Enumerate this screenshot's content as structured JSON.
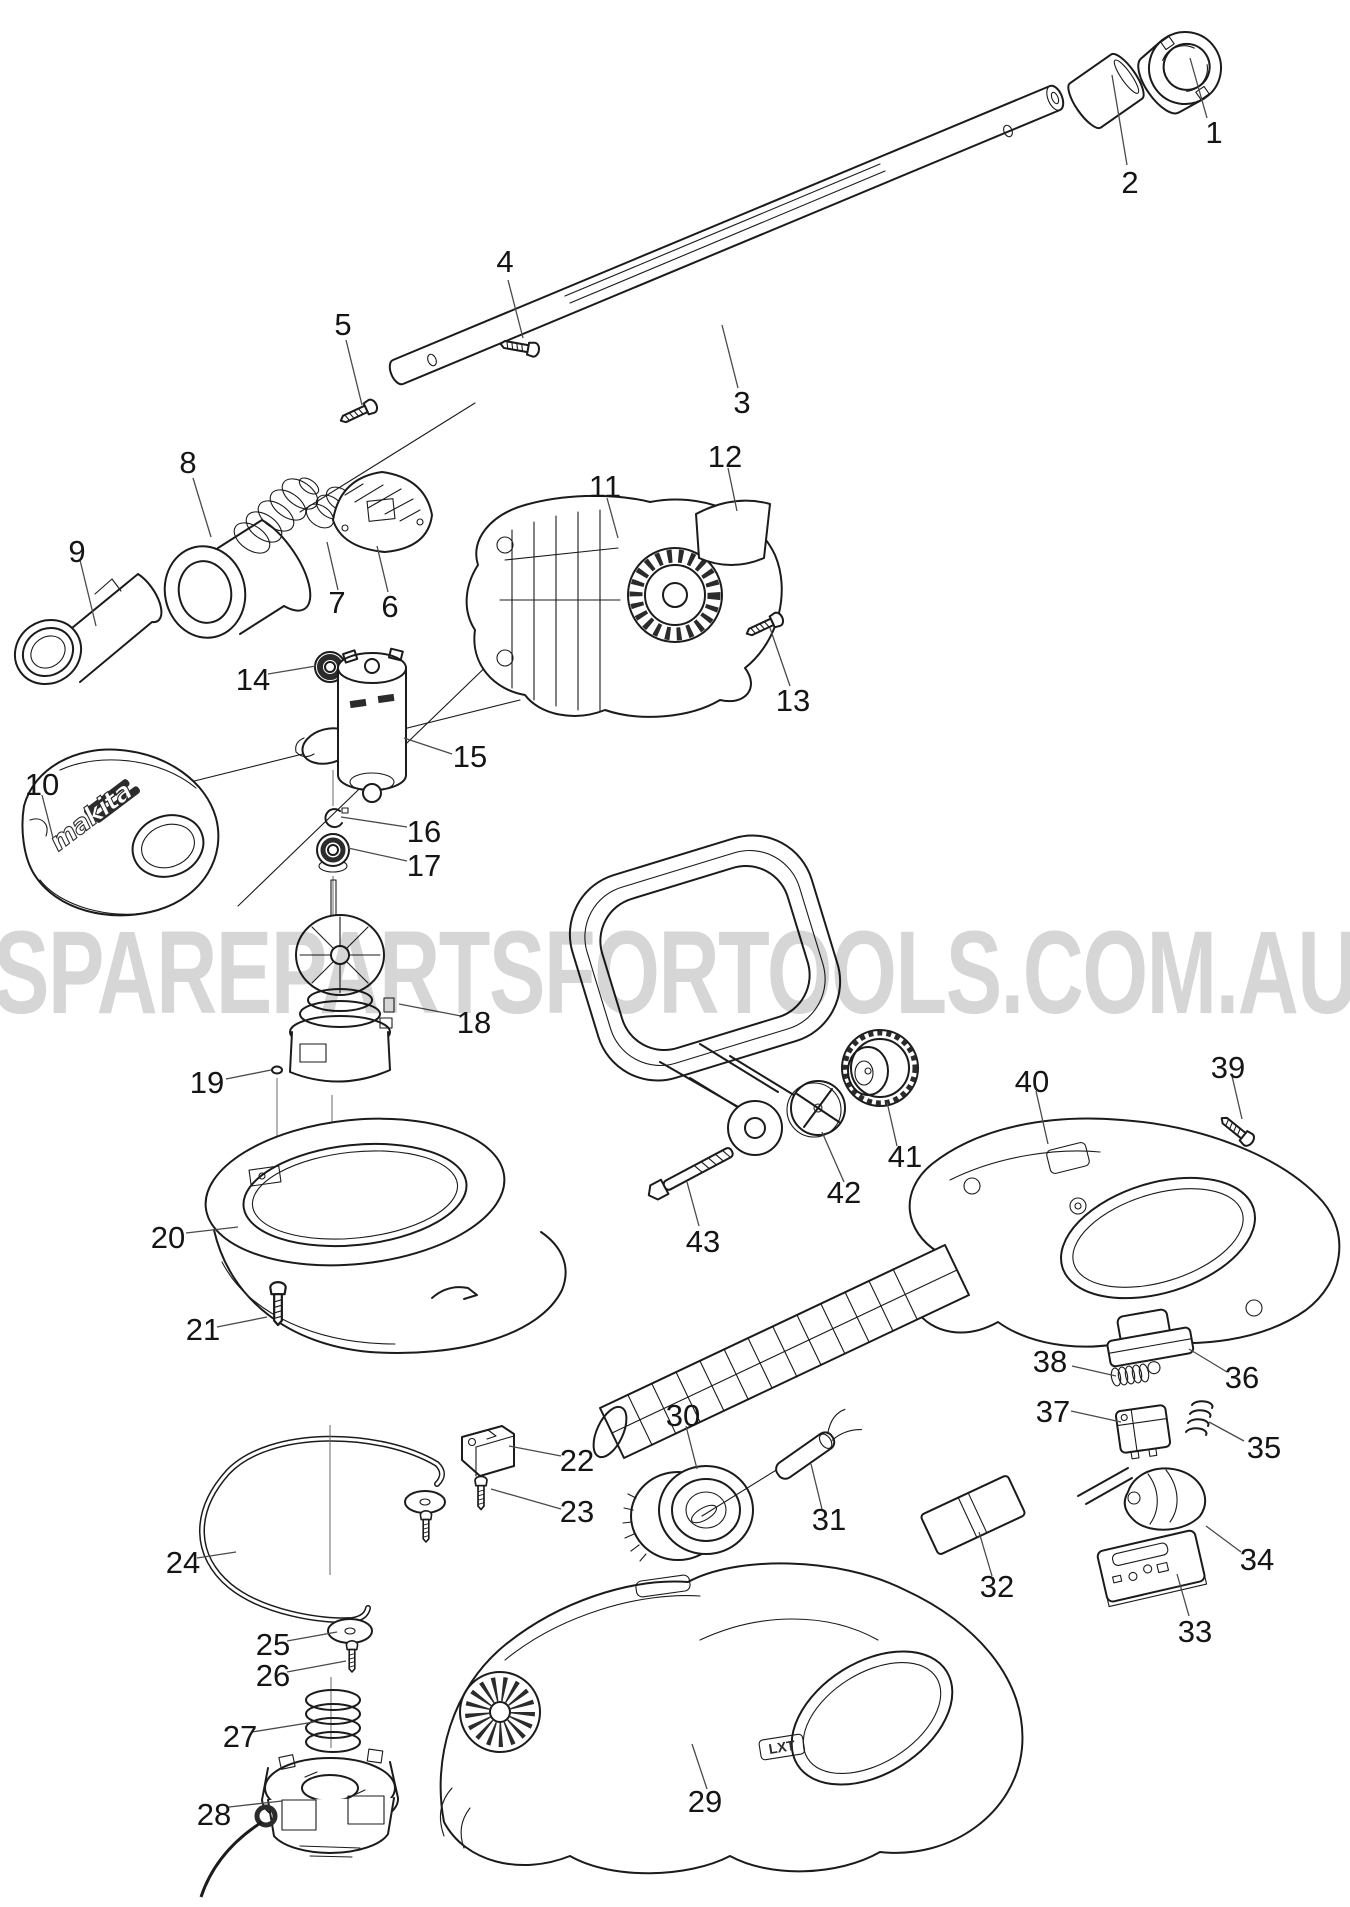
{
  "watermark": {
    "text": "SPAREPARTSFORTOOLS.COM.AU",
    "color": "#d6d6d6"
  },
  "brand": {
    "cover_logo": "makita",
    "handle_badge": "LXT"
  },
  "parts": [
    {
      "number": "1"
    },
    {
      "number": "2"
    },
    {
      "number": "3"
    },
    {
      "number": "4"
    },
    {
      "number": "5"
    },
    {
      "number": "6"
    },
    {
      "number": "7"
    },
    {
      "number": "8"
    },
    {
      "number": "9"
    },
    {
      "number": "10"
    },
    {
      "number": "11"
    },
    {
      "number": "12"
    },
    {
      "number": "13"
    },
    {
      "number": "14"
    },
    {
      "number": "15"
    },
    {
      "number": "16"
    },
    {
      "number": "17"
    },
    {
      "number": "18"
    },
    {
      "number": "19"
    },
    {
      "number": "20"
    },
    {
      "number": "21"
    },
    {
      "number": "22"
    },
    {
      "number": "23"
    },
    {
      "number": "24"
    },
    {
      "number": "25"
    },
    {
      "number": "26"
    },
    {
      "number": "27"
    },
    {
      "number": "28"
    },
    {
      "number": "29"
    },
    {
      "number": "30"
    },
    {
      "number": "31"
    },
    {
      "number": "32"
    },
    {
      "number": "33"
    },
    {
      "number": "34"
    },
    {
      "number": "35"
    },
    {
      "number": "36"
    },
    {
      "number": "37"
    },
    {
      "number": "38"
    },
    {
      "number": "39"
    },
    {
      "number": "40"
    },
    {
      "number": "41"
    },
    {
      "number": "42"
    },
    {
      "number": "43"
    }
  ]
}
